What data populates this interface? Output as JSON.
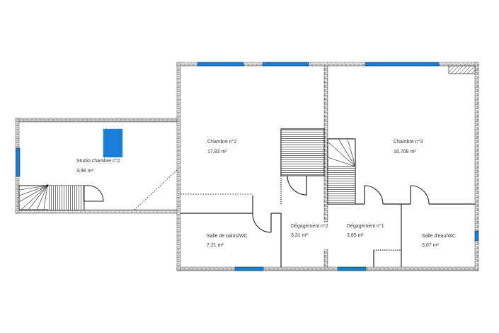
{
  "plan": {
    "colors": {
      "wall_fill": "#e6e6e6",
      "wall_stroke": "#555555",
      "window": "#1a7fd8",
      "line": "#222222",
      "text": "#333333"
    },
    "rooms": [
      {
        "id": "studio",
        "label": "Studio chambre n°2",
        "area": "3,98  m²"
      },
      {
        "id": "chambre2",
        "label": "Chambre n°2",
        "area": "17,83  m²"
      },
      {
        "id": "chambre3",
        "label": "Chambre n°3",
        "area": "16,708  m²"
      },
      {
        "id": "sdb",
        "label": "Salle de bains/WC",
        "area": "7,21  m²"
      },
      {
        "id": "deg2",
        "label": "Dégagement n°2",
        "area": "3,31  m²"
      },
      {
        "id": "deg1",
        "label": "Dégagement n°1",
        "area": "3,85  m²"
      },
      {
        "id": "sde",
        "label": "Salle d'eau/WC",
        "area": "3,67  m²"
      }
    ]
  }
}
